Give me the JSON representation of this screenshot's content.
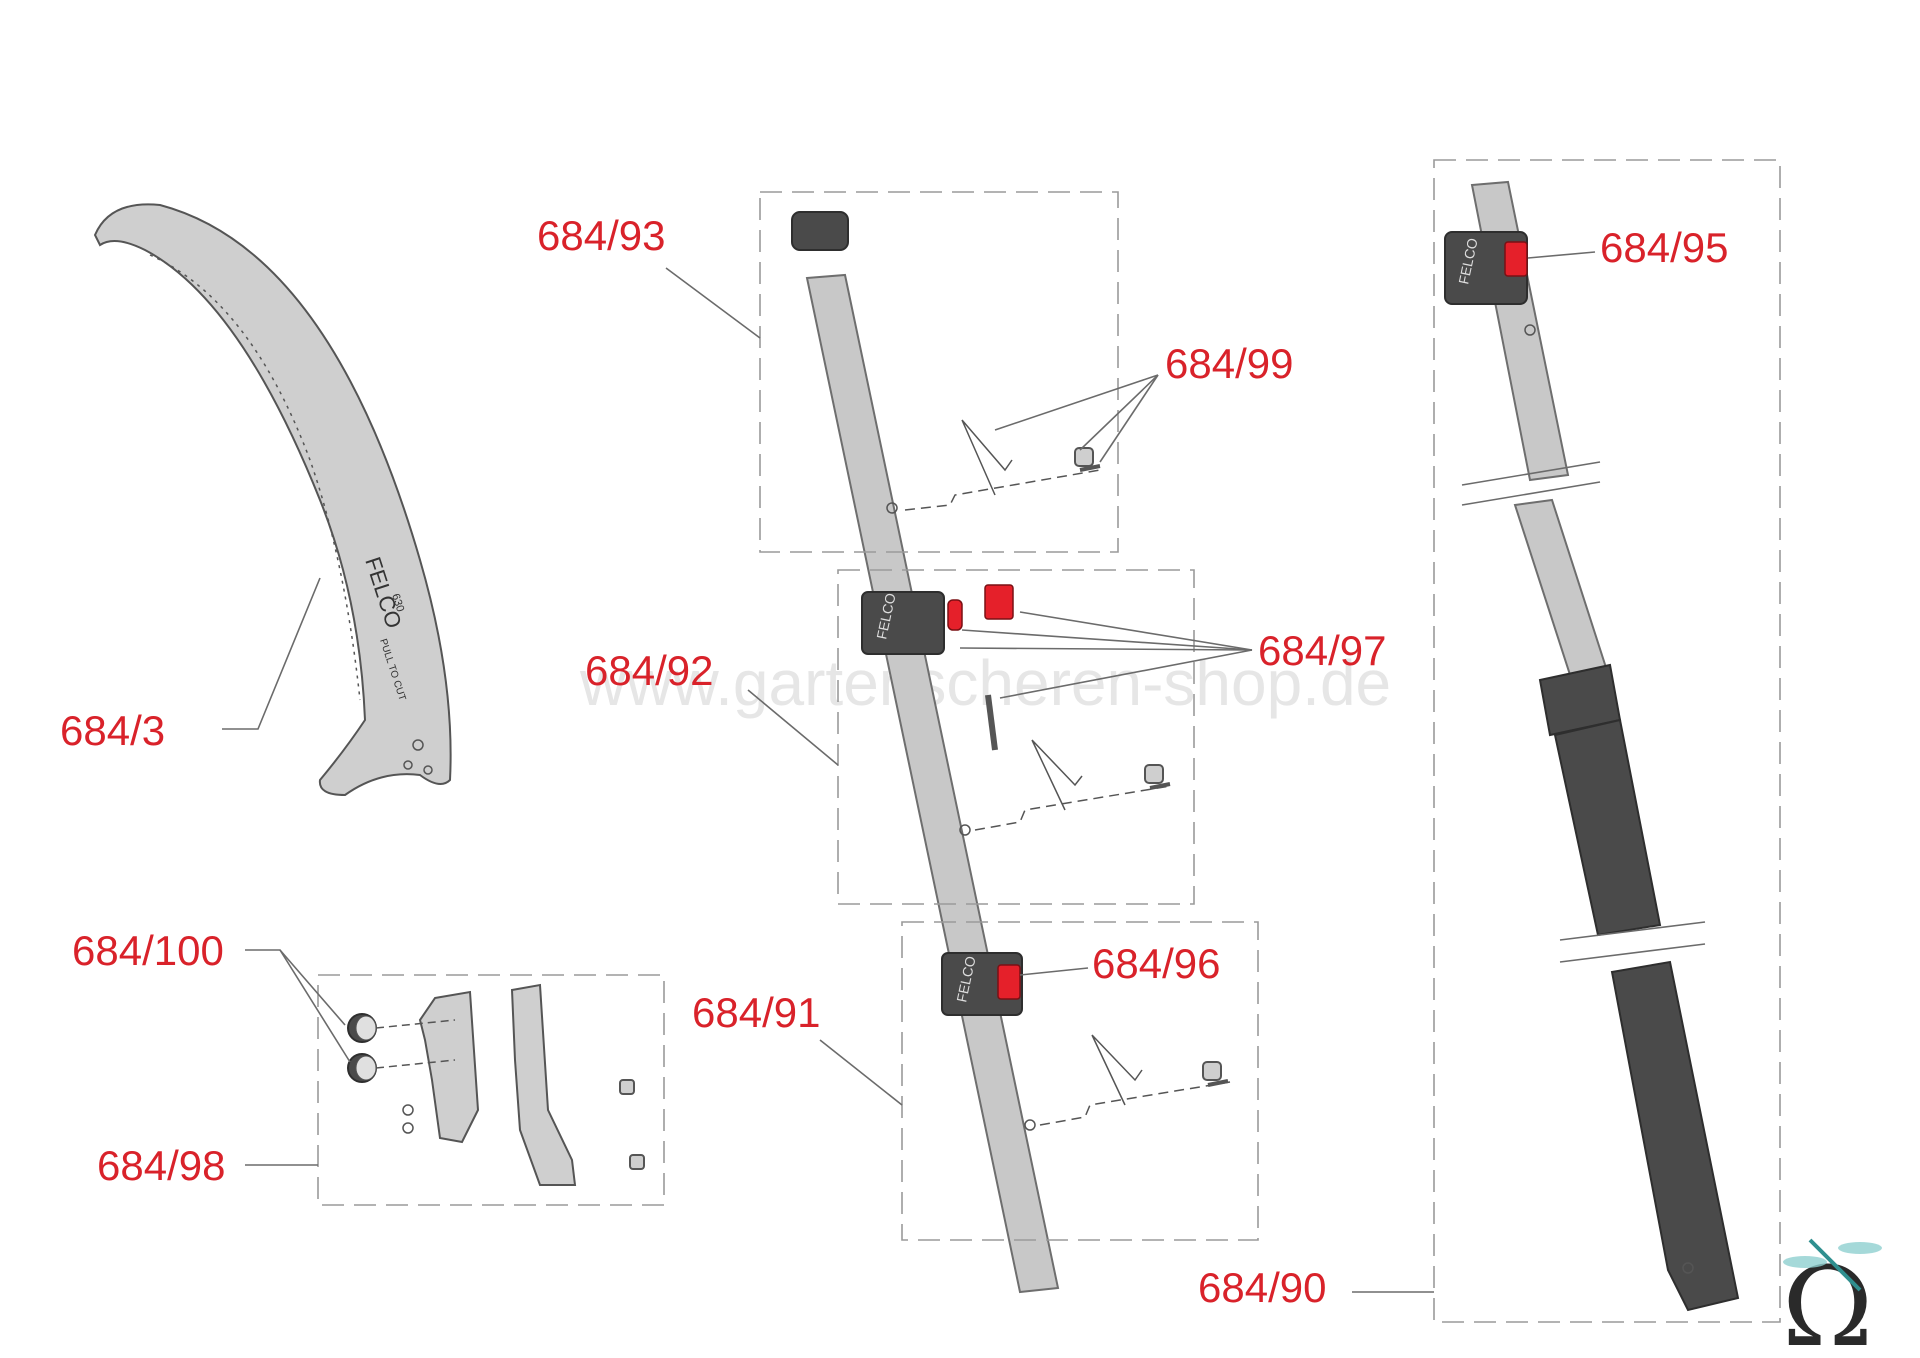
{
  "watermark": "www.gartenscheren-shop.de",
  "saw_text": {
    "brand": "FELCO",
    "model": "630",
    "pull": "PULL TO CUT"
  },
  "labels": {
    "p684_3": "684/3",
    "p684_93": "684/93",
    "p684_99": "684/99",
    "p684_92": "684/92",
    "p684_97": "684/97",
    "p684_100": "684/100",
    "p684_91": "684/91",
    "p684_96": "684/96",
    "p684_98": "684/98",
    "p684_95": "684/95",
    "p684_90": "684/90"
  },
  "colors": {
    "label": "#d9222a",
    "accent_red": "#e5202a",
    "tube": "#c8c8c8",
    "dark": "#4a4a4a"
  },
  "logo_icon": "omega-dragonfly-icon"
}
